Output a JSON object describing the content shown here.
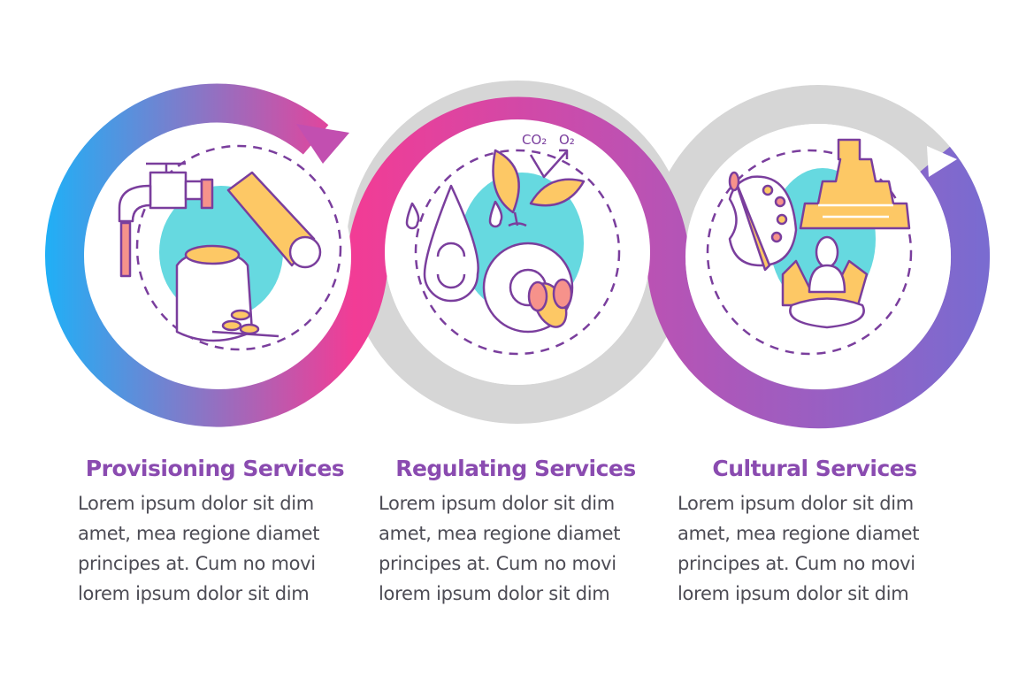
{
  "columns": [
    {
      "title": "Provisioning Services",
      "body": "Lorem ipsum dolor sit dim\namet, mea regione diamet\nprincipes at. Cum no movi\nlorem ipsum dolor sit dim",
      "icon": "faucet-wood-grain-sack-icon"
    },
    {
      "title": "Regulating Services",
      "body": "Lorem ipsum dolor sit dim\namet, mea regione diamet\nprincipes at. Cum no movi\nlorem ipsum dolor sit dim",
      "icon": "water-plant-bee-flower-icon"
    },
    {
      "title": "Cultural Services",
      "body": "Lorem ipsum dolor sit dim\namet, mea regione diamet\nprincipes at. Cum no movi\nlorem ipsum dolor sit dim",
      "icon": "palette-pyramid-meditation-icon"
    }
  ],
  "labels": {
    "co2": "CO₂",
    "o2": "O₂"
  },
  "colors": {
    "blue": "#1fb0f7",
    "pink": "#f23c95",
    "magenta": "#c24fb0",
    "purple": "#7a6bd0",
    "gray": "#d6d6d6",
    "cyan": "#66d9e0",
    "yellow": "#fdc865",
    "salmon": "#f6928b",
    "outline": "#7a3e9d",
    "title": "#8a4bb0"
  }
}
